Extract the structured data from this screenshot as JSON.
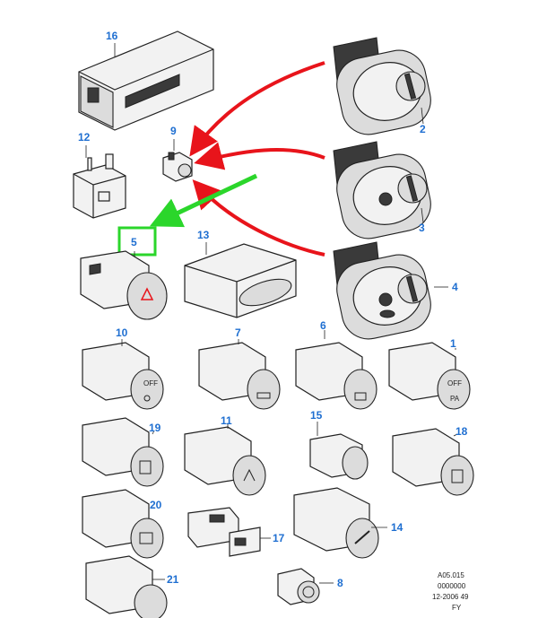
{
  "callouts": {
    "c1": "1",
    "c2": "2",
    "c3": "3",
    "c4": "4",
    "c5": "5",
    "c6": "6",
    "c7": "7",
    "c8": "8",
    "c9": "9",
    "c10": "10",
    "c11": "11",
    "c12": "12",
    "c13": "13",
    "c14": "14",
    "c15": "15",
    "c16": "16",
    "c17": "17",
    "c18": "18",
    "c19": "19",
    "c20": "20",
    "c21": "21"
  },
  "button_text": {
    "off_10": "OFF",
    "off_1": "OFF",
    "pa_1": "PA"
  },
  "reference": {
    "line1": "A05.015",
    "line2": "0000000",
    "line3": "12-2006 49",
    "line4": "FY"
  },
  "colors": {
    "callout": "#1f6fd1",
    "red_arrow": "#e8141b",
    "green_arrow": "#2bd62b",
    "highlight_box": "#2bd62b",
    "line": "#222222"
  }
}
